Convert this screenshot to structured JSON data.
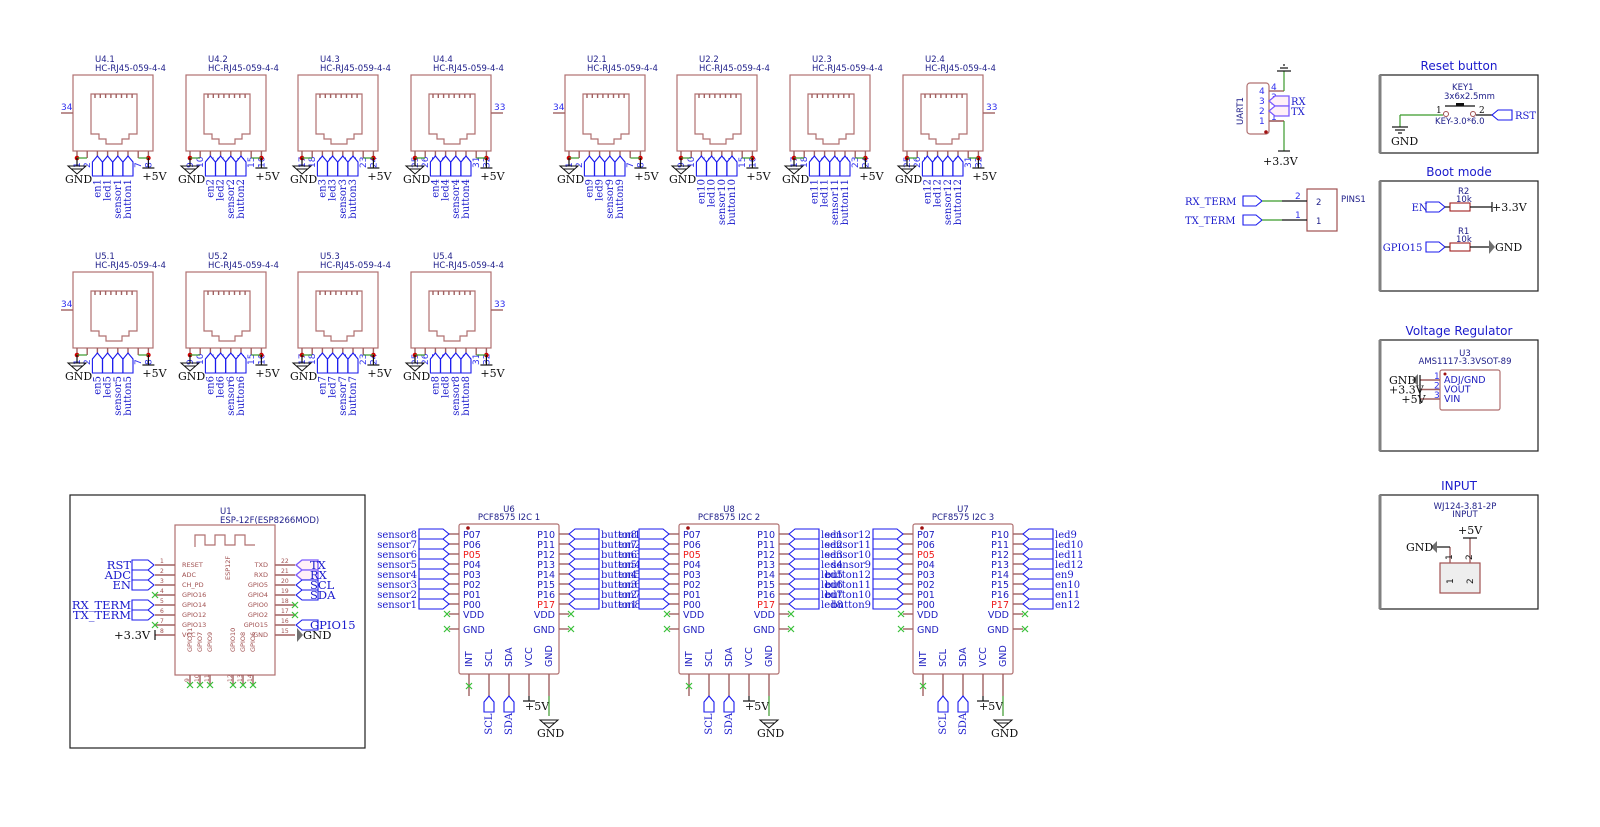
{
  "rj45_part": "HC-RJ45-059-4-4",
  "rj45_rows": [
    {
      "group": "U4",
      "units": [
        {
          "ref": "U4.1",
          "pins": [
            "1",
            "2",
            "3",
            "4",
            "5",
            "6",
            "7",
            "8"
          ],
          "nets": [
            "en1",
            "led1",
            "sensor1",
            "button1"
          ],
          "side_pin": "34",
          "side": "left"
        },
        {
          "ref": "U4.2",
          "pins": [
            "9",
            "10",
            "11",
            "12",
            "13",
            "14",
            "15",
            "16"
          ],
          "nets": [
            "en2",
            "led2",
            "sensor2",
            "button2"
          ],
          "side_pin": "",
          "side": ""
        },
        {
          "ref": "U4.3",
          "pins": [
            "17",
            "18",
            "19",
            "20",
            "21",
            "22",
            "23",
            "24"
          ],
          "nets": [
            "en3",
            "led3",
            "sensor3",
            "button3"
          ],
          "side_pin": "",
          "side": ""
        },
        {
          "ref": "U4.4",
          "pins": [
            "25",
            "26",
            "27",
            "28",
            "29",
            "30",
            "31",
            "32"
          ],
          "nets": [
            "en4",
            "led4",
            "sensor4",
            "button4"
          ],
          "side_pin": "33",
          "side": "right"
        }
      ]
    },
    {
      "group": "U2",
      "units": [
        {
          "ref": "U2.1",
          "pins": [
            "1",
            "2",
            "3",
            "4",
            "5",
            "6",
            "7",
            "8"
          ],
          "nets": [
            "en9",
            "led9",
            "sensor9",
            "button9"
          ],
          "side_pin": "34",
          "side": "left"
        },
        {
          "ref": "U2.2",
          "pins": [
            "9",
            "10",
            "11",
            "12",
            "13",
            "14",
            "15",
            "16"
          ],
          "nets": [
            "en10",
            "led10",
            "sensor10",
            "button10"
          ],
          "side_pin": "",
          "side": ""
        },
        {
          "ref": "U2.3",
          "pins": [
            "17",
            "18",
            "19",
            "20",
            "21",
            "22",
            "23",
            "24"
          ],
          "nets": [
            "en11",
            "led11",
            "sensor11",
            "button11"
          ],
          "side_pin": "",
          "side": ""
        },
        {
          "ref": "U2.4",
          "pins": [
            "25",
            "26",
            "27",
            "28",
            "29",
            "30",
            "31",
            "32"
          ],
          "nets": [
            "en12",
            "led12",
            "sensor12",
            "button12"
          ],
          "side_pin": "33",
          "side": "right"
        }
      ]
    },
    {
      "group": "U5",
      "units": [
        {
          "ref": "U5.1",
          "pins": [
            "1",
            "2",
            "3",
            "4",
            "5",
            "6",
            "7",
            "8"
          ],
          "nets": [
            "en5",
            "led5",
            "sensor5",
            "button5"
          ],
          "side_pin": "34",
          "side": "left"
        },
        {
          "ref": "U5.2",
          "pins": [
            "9",
            "10",
            "11",
            "12",
            "13",
            "14",
            "15",
            "16"
          ],
          "nets": [
            "en6",
            "led6",
            "sensor6",
            "button6"
          ],
          "side_pin": "",
          "side": ""
        },
        {
          "ref": "U5.3",
          "pins": [
            "17",
            "18",
            "19",
            "20",
            "21",
            "22",
            "23",
            "24"
          ],
          "nets": [
            "en7",
            "led7",
            "sensor7",
            "button7"
          ],
          "side_pin": "",
          "side": ""
        },
        {
          "ref": "U5.4",
          "pins": [
            "25",
            "26",
            "27",
            "28",
            "29",
            "30",
            "31",
            "32"
          ],
          "nets": [
            "en8",
            "led8",
            "sensor8",
            "button8"
          ],
          "side_pin": "33",
          "side": "right"
        }
      ]
    }
  ],
  "power": {
    "gnd": "GND",
    "v5": "+5V",
    "v33": "+3.3V"
  },
  "uart": {
    "ref": "UART1",
    "pins": [
      "4",
      "3",
      "2",
      "1"
    ],
    "pin_outer": [
      "4",
      "3",
      "2",
      "1"
    ],
    "nets": [
      "RX",
      "TX"
    ],
    "power": "+3.3V"
  },
  "pins1": {
    "ref": "PINS1",
    "rows": [
      {
        "net": "RX_TERM",
        "pin": "2",
        "inner": "2"
      },
      {
        "net": "TX_TERM",
        "pin": "1",
        "inner": "1"
      }
    ]
  },
  "reset_button": {
    "title": "Reset button",
    "ref": "KEY1",
    "value": "3x6x2.5mm",
    "footprint": "KEY-3.0*6.0",
    "pin1": "1",
    "pin2": "2",
    "net": "RST",
    "gnd": "GND"
  },
  "boot_mode": {
    "title": "Boot mode",
    "resistors": [
      {
        "ref": "R2",
        "value": "10k",
        "net": "EN",
        "to": "+3.3V"
      },
      {
        "ref": "R1",
        "value": "10k",
        "net": "GPIO15",
        "to": "GND"
      }
    ]
  },
  "voltage_regulator": {
    "title": "Voltage Regulator",
    "ref": "U3",
    "part": "AMS1117-3.3VSOT-89",
    "pins": [
      {
        "num": "1",
        "name": "ADJ/GND",
        "net": "GND"
      },
      {
        "num": "2",
        "name": "VOUT",
        "net": "+3.3V"
      },
      {
        "num": "3",
        "name": "VIN",
        "net": "+5V"
      }
    ]
  },
  "input": {
    "title": "INPUT",
    "part": "WJ124-3.81-2P",
    "value": "INPUT",
    "pins": [
      {
        "num": "1",
        "net": "GND"
      },
      {
        "num": "2",
        "net": "+5V"
      }
    ]
  },
  "esp": {
    "ref": "U1",
    "part": "ESP-12F(ESP8266MOD)",
    "body_label": "ESP12F",
    "left_pins": [
      {
        "num": "1",
        "name": "RESET",
        "net": "RST",
        "nc": false
      },
      {
        "num": "2",
        "name": "ADC",
        "net": "ADC",
        "nc": false
      },
      {
        "num": "3",
        "name": "CH_PD",
        "net": "EN",
        "nc": false
      },
      {
        "num": "4",
        "name": "GPIO16",
        "net": "",
        "nc": true
      },
      {
        "num": "5",
        "name": "GPIO14",
        "net": "RX_TERM",
        "nc": false
      },
      {
        "num": "6",
        "name": "GPIO12",
        "net": "TX_TERM",
        "nc": false
      },
      {
        "num": "7",
        "name": "GPIO13",
        "net": "",
        "nc": true
      },
      {
        "num": "8",
        "name": "VCC",
        "net": "+3.3V",
        "nc": false,
        "power": true
      }
    ],
    "right_pins": [
      {
        "num": "22",
        "name": "TXD",
        "net": "TX",
        "nc": false
      },
      {
        "num": "21",
        "name": "RXD",
        "net": "RX",
        "nc": false
      },
      {
        "num": "20",
        "name": "GPIO5",
        "net": "SCL",
        "nc": false
      },
      {
        "num": "19",
        "name": "GPIO4",
        "net": "SDA",
        "nc": false
      },
      {
        "num": "18",
        "name": "GPIO0",
        "net": "",
        "nc": true
      },
      {
        "num": "17",
        "name": "GPIO2",
        "net": "",
        "nc": true
      },
      {
        "num": "16",
        "name": "GPIO15",
        "net": "GPIO15",
        "nc": false
      },
      {
        "num": "15",
        "name": "GND",
        "net": "GND",
        "nc": false,
        "power": true
      }
    ],
    "bottom_pins": [
      {
        "num": "9",
        "name": "GPIO11"
      },
      {
        "num": "10",
        "name": "GPIO7"
      },
      {
        "num": "11",
        "name": "GPIO9"
      },
      {
        "num": "12",
        "name": "GPIO10"
      },
      {
        "num": "13",
        "name": "GPIO8"
      },
      {
        "num": "14",
        "name": "GPIO6"
      }
    ]
  },
  "expanders": [
    {
      "ref": "U6",
      "part": "PCF8575 I2C 1",
      "left_nets": [
        "sensor8",
        "sensor7",
        "sensor6",
        "sensor5",
        "sensor4",
        "sensor3",
        "sensor2",
        "sensor1"
      ],
      "right_nets": [
        "button1",
        "button2",
        "button3",
        "button4",
        "button5",
        "button6",
        "button7",
        "button8"
      ]
    },
    {
      "ref": "U8",
      "part": "PCF8575 I2C 2",
      "left_nets": [
        "en8",
        "en7",
        "en6",
        "en5",
        "en4",
        "en3",
        "en2",
        "en1"
      ],
      "right_nets": [
        "led1",
        "led2",
        "led3",
        "led4",
        "led5",
        "led6",
        "led7",
        "led8"
      ]
    },
    {
      "ref": "U7",
      "part": "PCF8575 I2C 3",
      "left_nets": [
        "sensor12",
        "sensor11",
        "sensor10",
        "sensor9",
        "button12",
        "button11",
        "button10",
        "button9"
      ],
      "right_nets": [
        "led9",
        "led10",
        "led11",
        "led12",
        "en9",
        "en10",
        "en11",
        "en12"
      ]
    }
  ],
  "pcf_pins": {
    "left": [
      "P07",
      "P06",
      "P05",
      "P04",
      "P03",
      "P02",
      "P01",
      "P00"
    ],
    "right": [
      "P10",
      "P11",
      "P12",
      "P13",
      "P14",
      "P15",
      "P16",
      "P17"
    ],
    "left_red": "P05",
    "right_red": "P17",
    "vdd": "VDD",
    "gnd": "GND",
    "bottom": [
      "INT",
      "SCL",
      "SDA",
      "VCC",
      "GND"
    ],
    "bottom_nets": [
      "SCL",
      "SDA"
    ]
  }
}
